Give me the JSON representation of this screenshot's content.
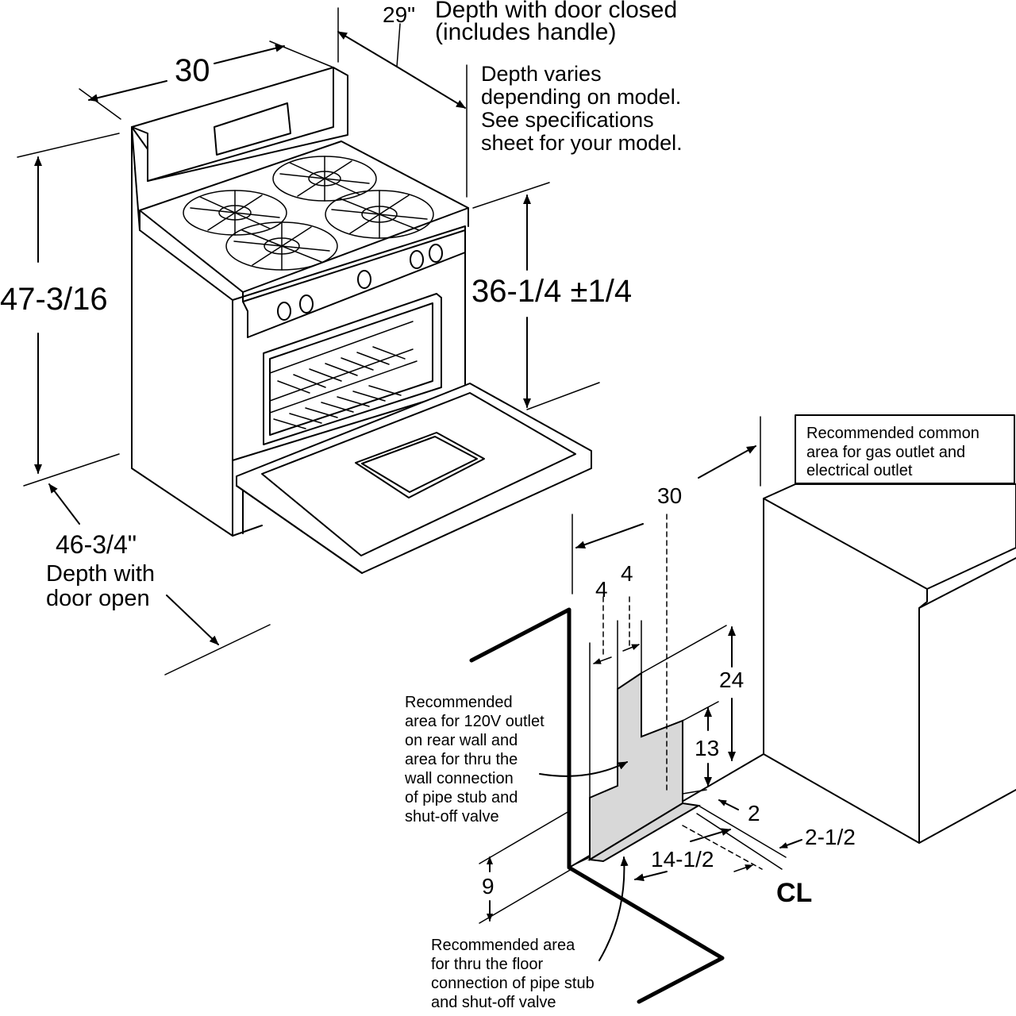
{
  "range_diagram": {
    "width_label": "30",
    "depth_closed_value": "29\"",
    "depth_closed_text_1": "Depth with door closed",
    "depth_closed_text_2": "(includes handle)",
    "depth_varies_1": "Depth varies",
    "depth_varies_2": "depending on model.",
    "depth_varies_3": "See specifications",
    "depth_varies_4": "sheet for your model.",
    "height_total": "47-3/16",
    "height_cooktop": "36-1/4 ±1/4",
    "depth_open_value": "46-3/4\"",
    "depth_open_text_1": "Depth with",
    "depth_open_text_2": "door open"
  },
  "installation_diagram": {
    "common_area_1": "Recommended common",
    "common_area_2": "area for gas outlet and",
    "common_area_3": "electrical outlet",
    "width_label": "30",
    "dim_4_left": "4",
    "dim_4_right": "4",
    "dim_24": "24",
    "dim_13": "13",
    "dim_2": "2",
    "dim_2_half": "2-1/2",
    "dim_14_half": "14-1/2",
    "dim_9": "9",
    "centerline": "CL",
    "wall_area_1": "Recommended",
    "wall_area_2": "area for 120V outlet",
    "wall_area_3": "on rear wall and",
    "wall_area_4": "area for thru the",
    "wall_area_5": "wall connection",
    "wall_area_6": "of pipe stub and",
    "wall_area_7": "shut-off valve",
    "floor_area_1": "Recommended area",
    "floor_area_2": "for thru the floor",
    "floor_area_3": "connection of pipe stub",
    "floor_area_4": "and shut-off valve"
  }
}
